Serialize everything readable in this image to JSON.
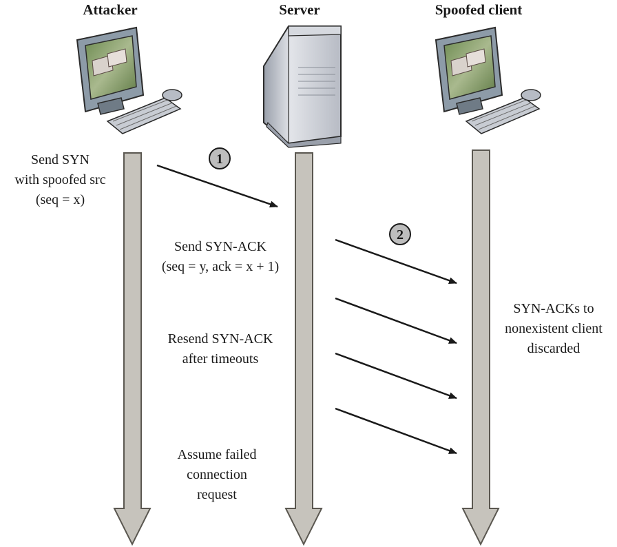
{
  "actors": [
    {
      "id": "attacker",
      "title": "Attacker",
      "icon": "desktop-computer-icon"
    },
    {
      "id": "server",
      "title": "Server",
      "icon": "server-tower-icon"
    },
    {
      "id": "client",
      "title": "Spoofed client",
      "icon": "desktop-computer-icon"
    }
  ],
  "steps": [
    {
      "number": "1",
      "label": "Send SYN\nwith spoofed src\n(seq = x)"
    },
    {
      "number": "2",
      "label": "Send SYN-ACK\n(seq = y, ack = x + 1)"
    }
  ],
  "notes": {
    "resend": "Resend SYN-ACK\nafter timeouts",
    "assume": "Assume failed\nconnection\nrequest",
    "discarded": "SYN-ACKs to\nnonexistent client\ndiscarded"
  },
  "colors": {
    "timeline_fill": "#c6c3bc",
    "timeline_stroke": "#5a5750",
    "arrow": "#1a1a1a",
    "step_circle": "#bdbdbd",
    "screen": "#7d9560",
    "monitor": "#8d9ba8",
    "server_body": "#c9ccd3"
  }
}
